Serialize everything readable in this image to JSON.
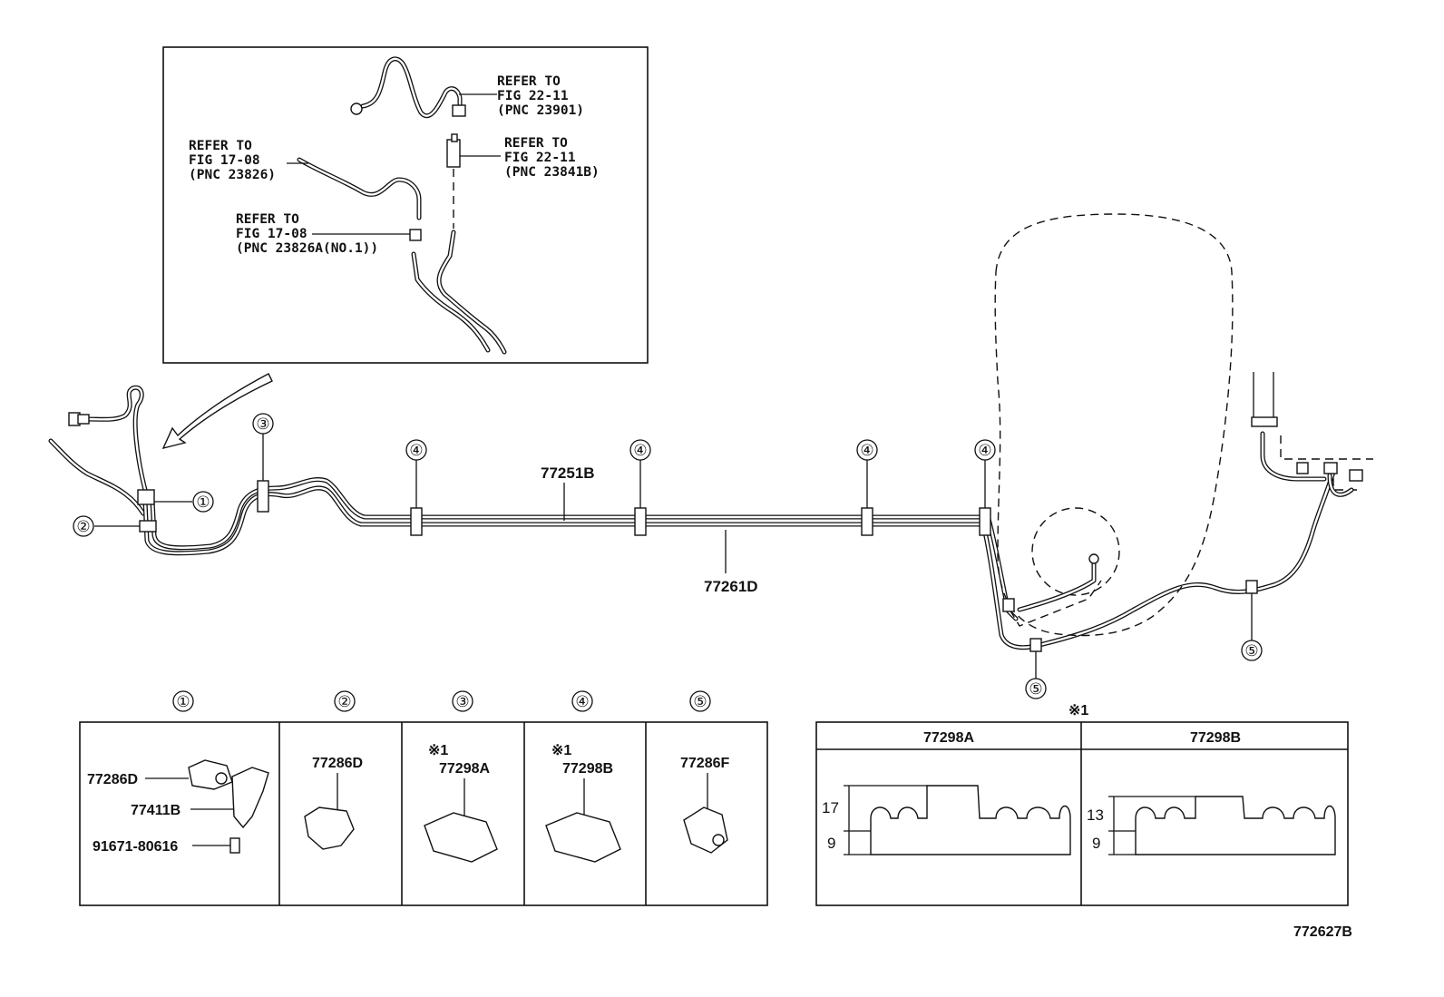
{
  "inset": {
    "refs": [
      {
        "l1": "REFER TO",
        "l2": "FIG 22-11",
        "l3": "(PNC 23901)"
      },
      {
        "l1": "REFER TO",
        "l2": "FIG 22-11",
        "l3": "(PNC 23841B)"
      },
      {
        "l1": "REFER TO",
        "l2": "FIG 17-08",
        "l3": "(PNC 23826)"
      },
      {
        "l1": "REFER TO",
        "l2": "FIG 17-08",
        "l3": "(PNC 23826A(NO.1))"
      }
    ]
  },
  "main": {
    "pipe_upper": "77251B",
    "pipe_lower": "77261D",
    "callouts": [
      "①",
      "②",
      "③",
      "④",
      "④",
      "④",
      "④",
      "⑤",
      "⑤"
    ]
  },
  "parts_table": {
    "headers": [
      "①",
      "②",
      "③",
      "④",
      "⑤"
    ],
    "cell1": {
      "a": "77286D",
      "b": "77411B",
      "c": "91671-80616"
    },
    "cell2": {
      "a": "77286D"
    },
    "cell3": {
      "note": "※1",
      "a": "77298A"
    },
    "cell4": {
      "note": "※1",
      "a": "77298B"
    },
    "cell5": {
      "a": "77286F"
    }
  },
  "detail_table": {
    "note": "※1",
    "col_a": {
      "title": "77298A",
      "dim_top": "17",
      "dim_bottom": "9"
    },
    "col_b": {
      "title": "77298B",
      "dim_top": "13",
      "dim_bottom": "9"
    }
  },
  "figure_id": "772627B"
}
